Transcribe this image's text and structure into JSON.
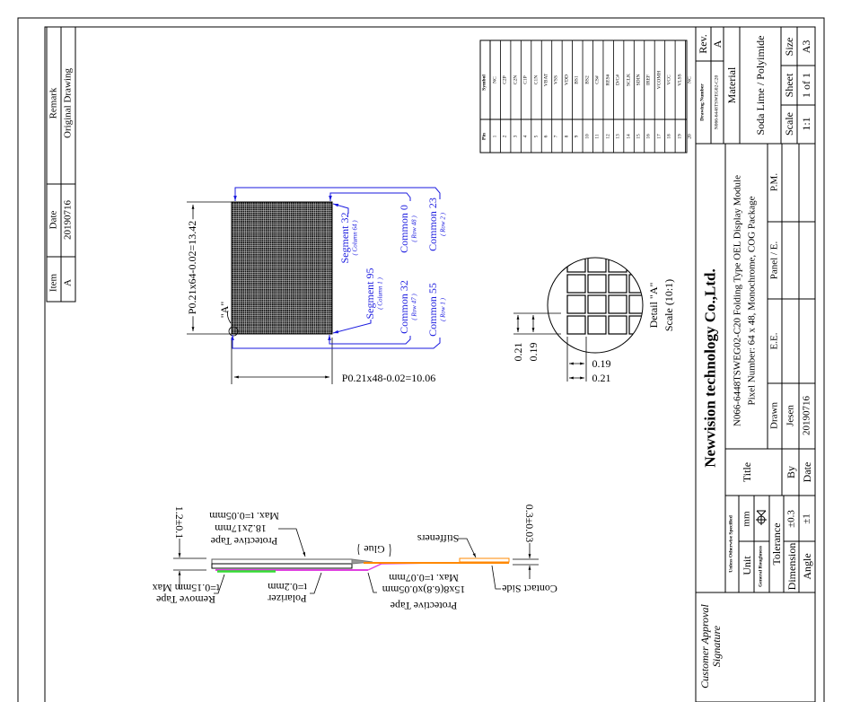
{
  "revision_table": {
    "headers": {
      "item": "Item",
      "date": "Date",
      "remark": "Remark"
    },
    "rows": [
      {
        "item": "A",
        "date": "20190716",
        "remark": "Original Drawing"
      }
    ]
  },
  "pin_table": {
    "pin_header": "Pin",
    "symbol_header": "Symbol",
    "pins": [
      {
        "pin": "1",
        "symbol": "NC"
      },
      {
        "pin": "2",
        "symbol": "C2P"
      },
      {
        "pin": "3",
        "symbol": "C2N"
      },
      {
        "pin": "4",
        "symbol": "C1P"
      },
      {
        "pin": "5",
        "symbol": "C1N"
      },
      {
        "pin": "6",
        "symbol": "VBAT"
      },
      {
        "pin": "7",
        "symbol": "VSS"
      },
      {
        "pin": "8",
        "symbol": "VDD"
      },
      {
        "pin": "9",
        "symbol": "BS1"
      },
      {
        "pin": "10",
        "symbol": "BS2"
      },
      {
        "pin": "11",
        "symbol": "CS#"
      },
      {
        "pin": "12",
        "symbol": "RES#"
      },
      {
        "pin": "13",
        "symbol": "D/C#"
      },
      {
        "pin": "14",
        "symbol": "SCLK"
      },
      {
        "pin": "15",
        "symbol": "SDIN"
      },
      {
        "pin": "16",
        "symbol": "IREF"
      },
      {
        "pin": "17",
        "symbol": "VCOMH"
      },
      {
        "pin": "18",
        "symbol": "VCC"
      },
      {
        "pin": "19",
        "symbol": "VLSS"
      },
      {
        "pin": "20",
        "symbol": "NC"
      }
    ]
  },
  "display_view": {
    "height_dim": "P0.21x64-0.02=13.42",
    "width_dim": "P0.21x48-0.02=10.06",
    "detail_marker": "\"A\"",
    "labels": {
      "segment32": "Segment 32",
      "segment32_sub": "( Column 64 )",
      "segment95": "Segment 95",
      "segment95_sub": "( Column 1 )",
      "common0": "Common 0",
      "common0_sub": "( Row 48 )",
      "common23": "Common 23",
      "common23_sub": "( Row 2 )",
      "common32": "Common 32",
      "common32_sub": "( Row 47 )",
      "common55": "Common 55",
      "common55_sub": "( Row 1 )"
    },
    "accent_color": "#1a1adf"
  },
  "detail_a": {
    "title": "Detail \"A\"",
    "scale": "Scale (10:1)",
    "pitch_v": "0.21",
    "pixel_v": "0.19",
    "pixel_h": "0.19",
    "pitch_h": "0.21"
  },
  "side_view": {
    "thickness": "1.2±0.1",
    "fpc_thickness": "0.3±0.03",
    "protective_tape_top": {
      "name": "Protective Tape",
      "size": "18.2x17mm",
      "thickness": "Max. t=0.05mm"
    },
    "remove_tape": {
      "name": "Remove Tape",
      "thickness": "t=0.15mm Max"
    },
    "polarizer": {
      "name": "Polarizer",
      "thickness": "t=0.2mm"
    },
    "glue": "Glue",
    "protective_tape_bottom": {
      "name": "Protective Tape",
      "size": "15x8(6.8)x0.05mm",
      "thickness": "Max. t=0.07mm"
    },
    "stiffeners": "Stiffeners",
    "contact_side": "Contact Side",
    "colors": {
      "polarizer": "#e040e0",
      "remove_tape": "#33dd33",
      "fpc": "#ff8800",
      "glue": "#999999"
    }
  },
  "title_block": {
    "rev_label": "Rev.",
    "rev": "A",
    "drawing_number_label": "Drawing Number",
    "drawing_number": "N066-6448TSWEG02-C20",
    "material_label": "Material",
    "material": "Soda Lime / Polyimide",
    "scale_label": "Scale",
    "scale": "1:1",
    "sheet_label": "Sheet",
    "sheet": "1 of 1",
    "size_label": "Size",
    "size": "A3",
    "company": "Newvision technology Co.,Ltd.",
    "title_line1": "N066-6448TSWEG02-C20 Folding Type OEL Display Module",
    "title_line2": "Pixel Number: 64 x 48, Monochrome, COG Package",
    "title_label": "Title",
    "by_label": "By",
    "date_label": "Date",
    "drawn_label": "Drawn",
    "drawn_by": "Jesen",
    "drawn_date": "20190716",
    "ee_label": "E.E.",
    "panel_label": "Panel / E.",
    "pm_label": "P.M.",
    "unless_label": "Unless Otherwise Specified",
    "unit_label": "Unit",
    "unit": "mm",
    "roughness_label": "General Roughness",
    "tolerance_label": "Tolerance",
    "dimension_label": "Dimension",
    "dimension_tol": "±0.3",
    "angle_label": "Angle",
    "angle_tol": "±1",
    "approval_line1": "Customer Approval",
    "approval_line2": "Signature"
  }
}
